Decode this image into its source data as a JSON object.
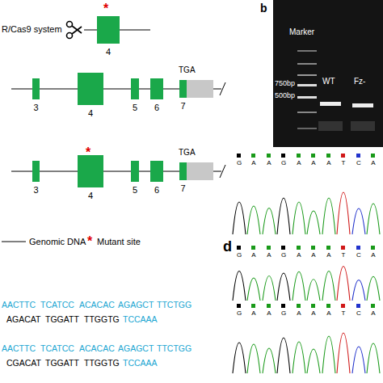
{
  "diagram": {
    "nodes": [
      {
        "text": [
          "4"
        ]
      },
      {
        "text": [
          "3"
        ]
      },
      {
        "text": [
          "4"
        ]
      },
      {
        "text": [
          "5"
        ]
      },
      {
        "text": [
          "6"
        ]
      },
      {
        "text": [
          "7"
        ]
      },
      {
        "text": [
          "3"
        ]
      },
      {
        "text": [
          "4"
        ]
      },
      {
        "text": [
          "5"
        ]
      },
      {
        "text": [
          "6"
        ]
      },
      {
        "text": [
          "7"
        ]
      }
    ],
    "edges": [
      {
        "from": 1,
        "to": 2,
        "arrow": "none"
      },
      {
        "from": 2,
        "to": 3,
        "arrow": "none"
      },
      {
        "from": 3,
        "to": 4,
        "arrow": "none"
      },
      {
        "from": 4,
        "to": 5,
        "arrow": "none"
      },
      {
        "from": 6,
        "to": 7,
        "arrow": "none"
      },
      {
        "from": 7,
        "to": 8,
        "arrow": "none"
      },
      {
        "from": 8,
        "to": 9,
        "arrow": "none"
      },
      {
        "from": 9,
        "to": 10,
        "arrow": "none"
      }
    ],
    "labels": [
      "R/Cas9 system",
      "*",
      "TGA",
      "*",
      "TGA",
      "Genomic DNA",
      "*",
      "Mutant site",
      "b",
      "Marker",
      "750bp",
      "500bp",
      "WT",
      "Fz-",
      "d",
      "G",
      "A",
      "A",
      "G",
      "A",
      "A",
      "A",
      "T",
      "C",
      "A",
      "G",
      "A",
      "A",
      "G",
      "A",
      "A",
      "A",
      "T",
      "C",
      "A",
      "G",
      "A",
      "A",
      "G",
      "A",
      "A",
      "A",
      "T",
      "C",
      "A",
      "AACTTC",
      "TCATCC",
      "ACACAC",
      "AGAGCT",
      "TTCTGG",
      "AGACAT",
      "TGGATT",
      "TTGGTG",
      "TCCAAA",
      "AACTTC",
      "TCATCC",
      "ACACAC",
      "AGAGCT",
      "TTCTGG",
      "CGACAT",
      "TGGATT",
      "TTGGTG",
      "TCCAAA"
    ]
  }
}
